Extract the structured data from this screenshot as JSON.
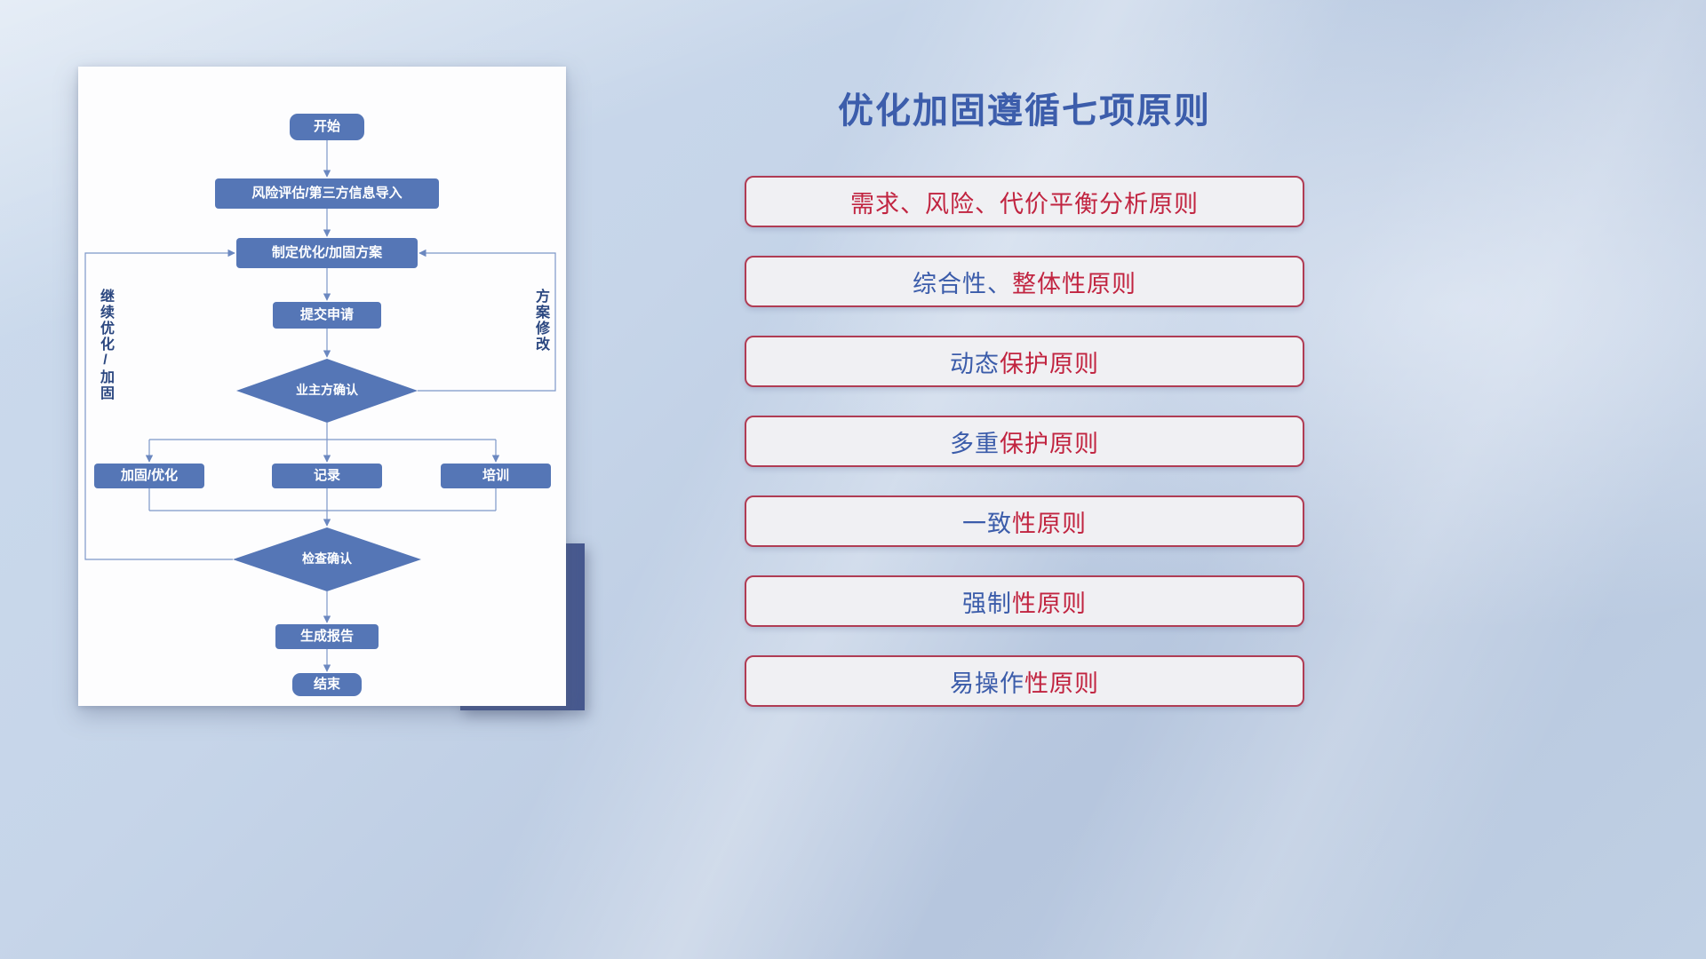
{
  "flowchart": {
    "nodes": {
      "start": "开始",
      "risk_assess": "风险评估/第三方信息导入",
      "make_plan": "制定优化/加固方案",
      "submit": "提交申请",
      "owner_confirm": "业主方确认",
      "reinforce": "加固/优化",
      "record": "记录",
      "training": "培训",
      "check_confirm": "检查确认",
      "gen_report": "生成报告",
      "end": "结束"
    },
    "labels": {
      "continue_loop": "继续优化/加固",
      "modify_plan": "方案修改"
    }
  },
  "panel": {
    "title": "优化加固遵循七项原则",
    "principles": [
      {
        "blue": "",
        "red": "需求、风险、代价平衡分析原则"
      },
      {
        "blue": "综合性、",
        "red": "整体性原则"
      },
      {
        "blue": "动态",
        "red": "保护原则"
      },
      {
        "blue": "多重",
        "red": "保护原则"
      },
      {
        "blue": "一致",
        "red": "性原则"
      },
      {
        "blue": "强制",
        "red": "性原则"
      },
      {
        "blue": "易操作",
        "red": "性原则"
      }
    ]
  },
  "colors": {
    "title_blue": "#3c5dab",
    "principle_blue": "#3b5caa",
    "principle_red": "#c12440",
    "principle_border": "#b03c54",
    "node_fill": "#5576b6",
    "connector": "#7d97c8",
    "accent_block": "#47598f"
  }
}
